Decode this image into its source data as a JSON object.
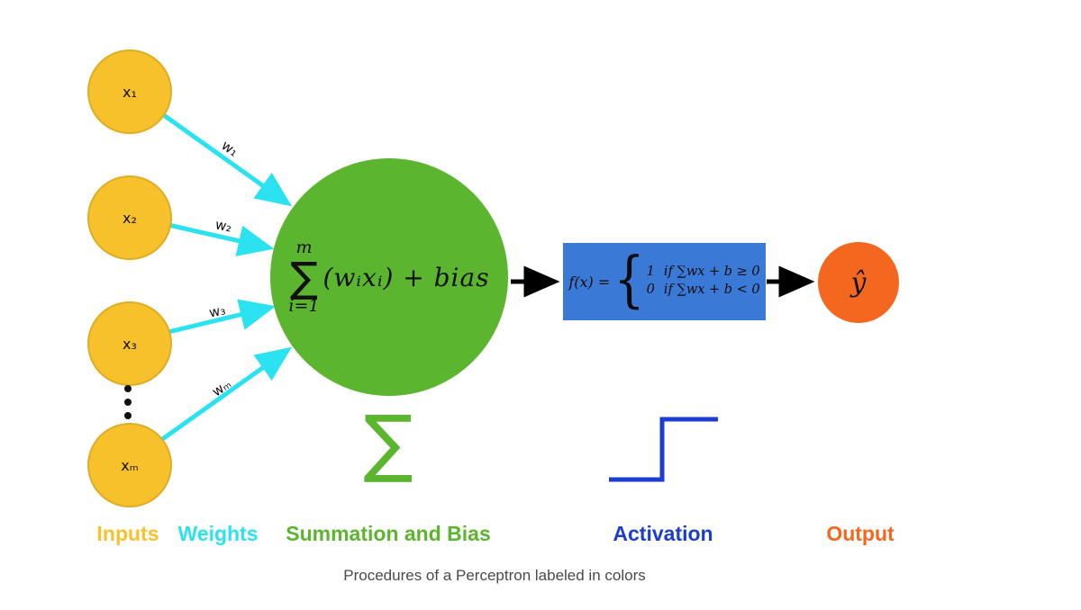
{
  "caption": "Procedures of a Perceptron labeled in colors",
  "colors": {
    "input": "#F6C12B",
    "weight": "#2BE2F0",
    "summation": "#5CB52F",
    "activation_box": "#3B79D7",
    "activation": "#1C3ED0",
    "output": "#F4671E",
    "arrow": "#000000"
  },
  "inputs": [
    "x₁",
    "x₂",
    "x₃",
    "xₘ"
  ],
  "weights": [
    "w₁",
    "w₂",
    "w₃",
    "wₘ"
  ],
  "summation": {
    "sum_top": "m",
    "sum_symbol": "∑",
    "sum_bottom": "i=1",
    "body": "(wᵢxᵢ) + bias",
    "big_symbol": "∑"
  },
  "activation": {
    "lhs": "f(x) =",
    "brace": "{",
    "cases": [
      {
        "value": "1",
        "cond": "if ∑wx + b ≥ 0"
      },
      {
        "value": "0",
        "cond": "if ∑wx + b < 0"
      }
    ]
  },
  "output": {
    "label": "ŷ"
  },
  "legend": [
    {
      "label": "Inputs"
    },
    {
      "label": "Weights"
    },
    {
      "label": "Summation and Bias"
    },
    {
      "label": "Activation"
    },
    {
      "label": "Output"
    }
  ]
}
